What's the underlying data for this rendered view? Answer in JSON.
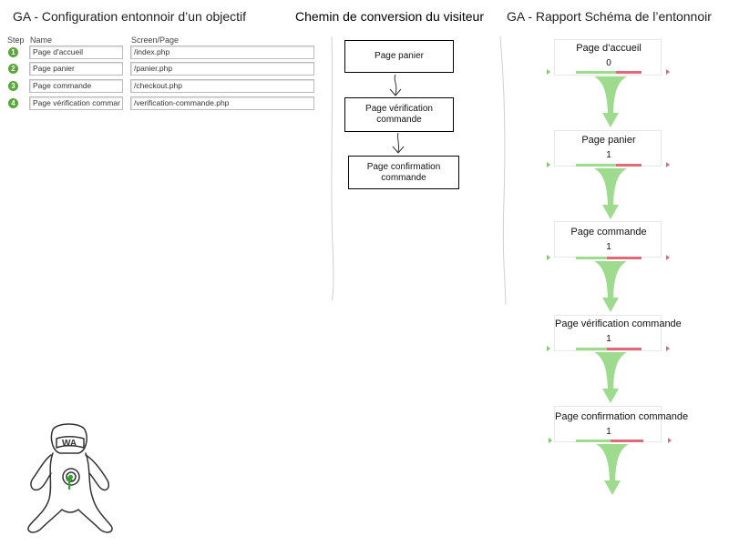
{
  "titles": {
    "config": "GA - Configuration entonnoir d’un objectif",
    "path": "Chemin de conversion du visiteur",
    "report": "GA - Rapport Schéma de l’entonnoir"
  },
  "config": {
    "headers": {
      "step": "Step",
      "name": "Name",
      "url": "Screen/Page"
    },
    "rows": [
      {
        "step": "1",
        "name": "Page d'accueil",
        "url": "/index.php"
      },
      {
        "step": "2",
        "name": "Page panier",
        "url": "/panier.php"
      },
      {
        "step": "3",
        "name": "Page commande",
        "url": "/checkout.php"
      },
      {
        "step": "4",
        "name": "Page vérification command",
        "url": "/verification-commande.php"
      }
    ]
  },
  "path": {
    "boxes": [
      "Page panier",
      "Page vérification commande",
      "Page confirmation commande"
    ]
  },
  "funnel": {
    "steps": [
      {
        "label": "Page d’accueil",
        "value": "0"
      },
      {
        "label": "Page panier",
        "value": "1"
      },
      {
        "label": "Page commande",
        "value": "1"
      },
      {
        "label": "Page vérification commande",
        "value": "1"
      },
      {
        "label": "Page confirmation commande",
        "value": "1"
      }
    ]
  },
  "mascot": {
    "badge": "WA"
  },
  "colors": {
    "green": "#9edb8f",
    "red": "#e06a7a",
    "step_green": "#5aa63a"
  }
}
